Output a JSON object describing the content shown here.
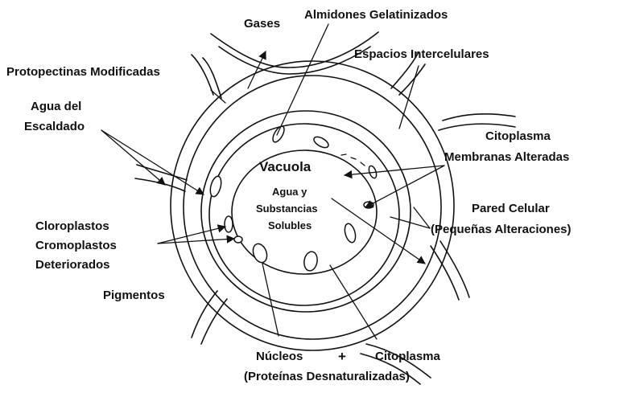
{
  "diagram": {
    "labels": {
      "gases": "Gases",
      "almidones": "Almidones Gelatinizados",
      "espacios": "Espacios Intercelulares",
      "protopectinas": "Protopectinas Modificadas",
      "agua_escaldado_1": "Agua del",
      "agua_escaldado_2": "Escaldado",
      "citoplasma_1": "Citoplasma",
      "citoplasma_2": "Membranas Alteradas",
      "vacuola": "Vacuola",
      "vacuola_contenido_1": "Agua y",
      "vacuola_contenido_2": "Substancias",
      "vacuola_contenido_3": "Solubles",
      "pared_1": "Pared Celular",
      "pared_2": "(Pequeñas Alteraciones)",
      "cloroplastos_1": "Cloroplastos",
      "cloroplastos_2": "Cromoplastos",
      "cloroplastos_3": "Deteriorados",
      "pigmentos": "Pigmentos",
      "nucleos": "Núcleos",
      "plus": "+",
      "citoplasma_bottom": "Citoplasma",
      "proteinas": "(Proteínas Desnaturalizadas)"
    },
    "colors": {
      "ink": "#111111",
      "background": "#ffffff"
    }
  }
}
